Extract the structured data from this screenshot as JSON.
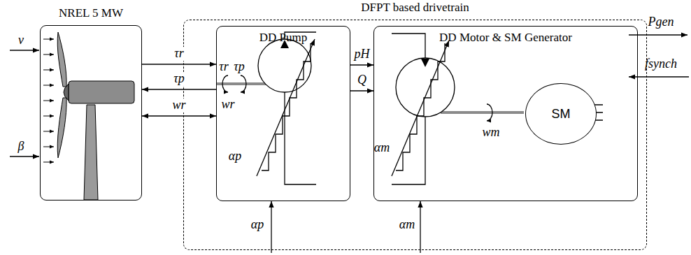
{
  "diagram": {
    "nodes": [
      {
        "text": [
          "DFPT based drivetrain"
        ]
      },
      {
        "text": [
          "NREL 5 MW"
        ]
      },
      {
        "text": [
          "DD Pump"
        ],
        "in": 0
      },
      {
        "text": [
          "DD Motor & SM Generator"
        ],
        "in": 0
      },
      {
        "text": [
          "SM"
        ],
        "in": 3
      }
    ],
    "edges": [
      {
        "from": 1,
        "to": 2,
        "arrow": "to",
        "label": "τr"
      },
      {
        "from": 2,
        "to": 1,
        "arrow": "to",
        "label": "τp"
      },
      {
        "from": 1,
        "to": 2,
        "arrow": "both",
        "label": "wr"
      },
      {
        "from": 2,
        "to": 3,
        "arrow": "to",
        "label": "pH"
      },
      {
        "from": 2,
        "to": 3,
        "arrow": "to",
        "label": "Q"
      }
    ],
    "labels": [
      "v",
      "β",
      "τr",
      "τp",
      "wr",
      "αp",
      "αm",
      "wm",
      "Pgen",
      "fsynch",
      "αp",
      "αm"
    ]
  }
}
